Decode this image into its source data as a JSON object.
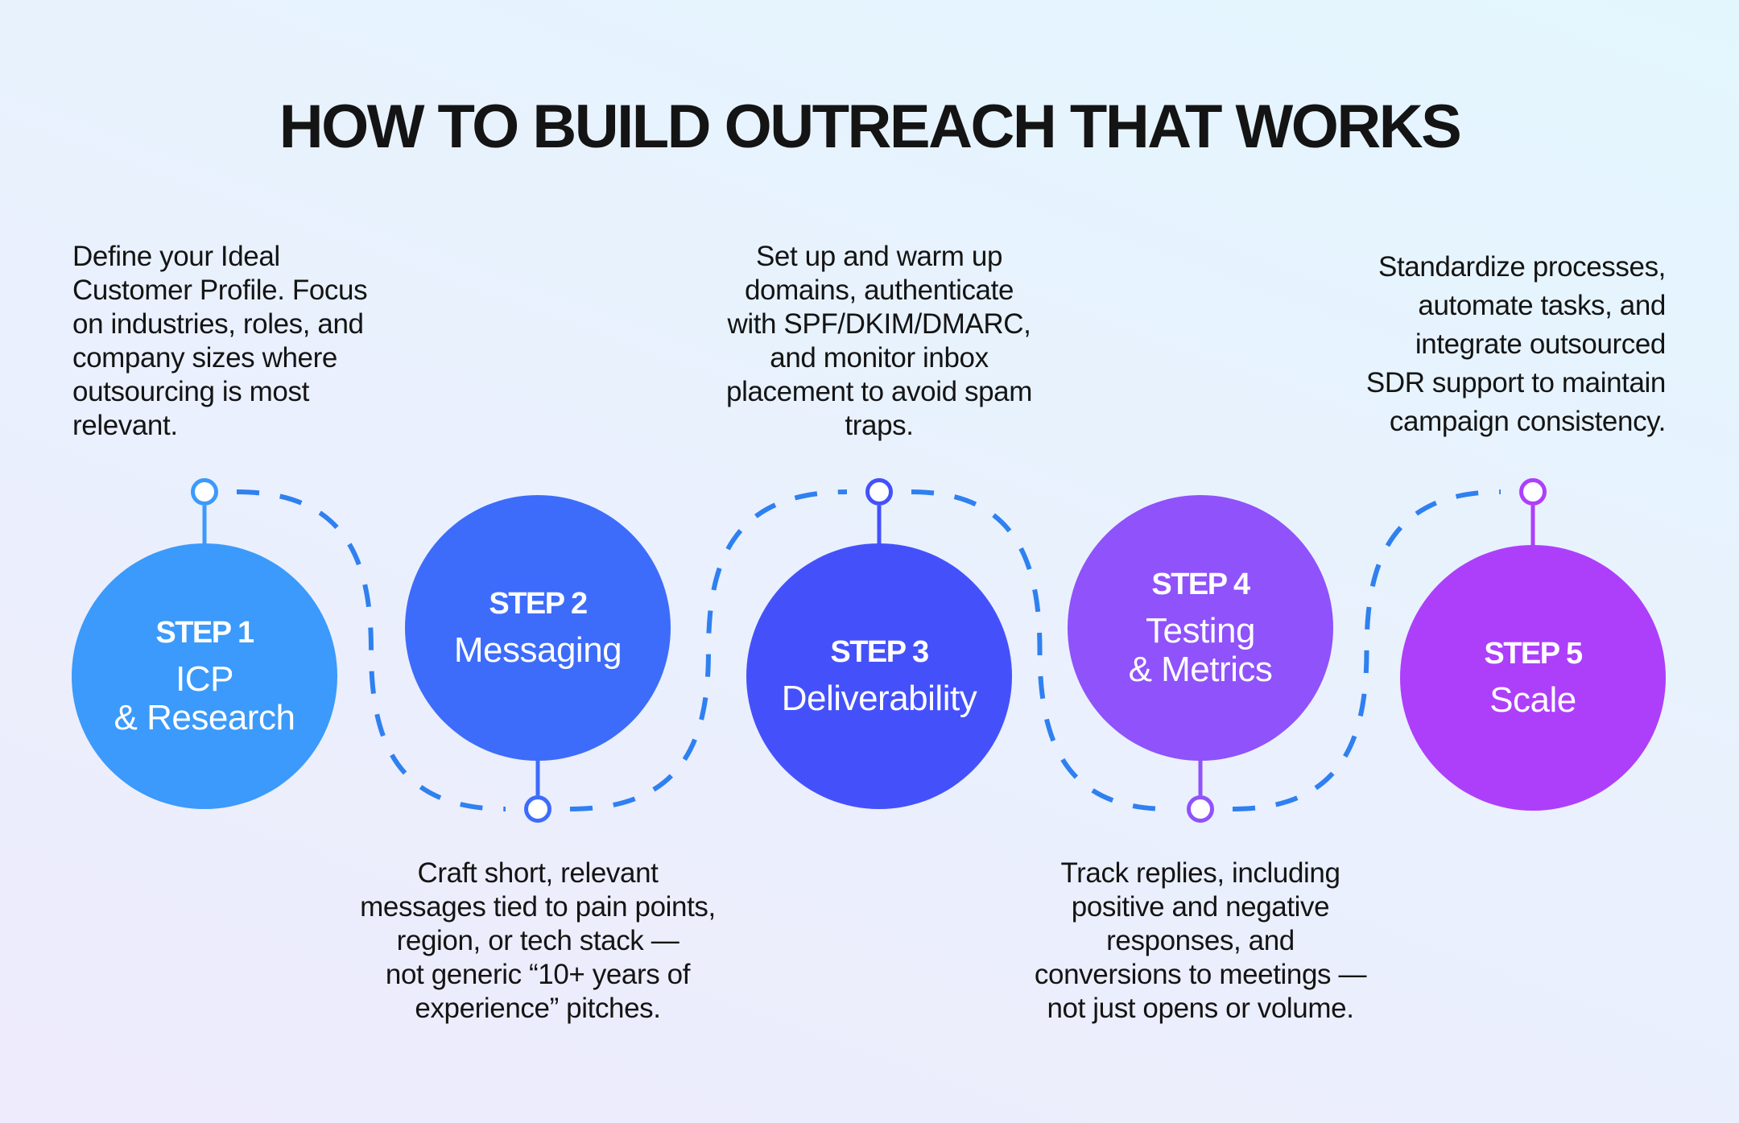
{
  "title": "HOW TO BUILD OUTREACH THAT WORKS",
  "connector_color": "#2f80f0",
  "steps": [
    {
      "label": "STEP 1",
      "name_lines": [
        "ICP",
        "& Research"
      ],
      "color": "#3b9afb",
      "pin": "top",
      "description": [
        "Define your Ideal",
        "Customer Profile. Focus",
        "on industries, roles, and",
        "company sizes where",
        "outsourcing is most",
        "relevant."
      ]
    },
    {
      "label": "STEP 2",
      "name_lines": [
        "Messaging"
      ],
      "color": "#3d6cfb",
      "pin": "bottom",
      "description": [
        "Craft short, relevant",
        "messages tied to pain points,",
        "region, or tech stack —",
        "not generic “10+ years of",
        "experience” pitches."
      ]
    },
    {
      "label": "STEP 3",
      "name_lines": [
        "Deliverability"
      ],
      "color": "#4451fb",
      "pin": "top",
      "description": [
        "Set up and warm up",
        "domains, authenticate",
        "with SPF/DKIM/DMARC,",
        "and monitor inbox",
        "placement to avoid spam",
        "traps."
      ]
    },
    {
      "label": "STEP 4",
      "name_lines": [
        "Testing",
        "& Metrics"
      ],
      "color": "#8f52fb",
      "pin": "bottom",
      "description": [
        "Track replies, including",
        "positive and negative",
        "responses, and",
        "conversions to meetings —",
        "not just opens or volume."
      ]
    },
    {
      "label": "STEP 5",
      "name_lines": [
        "Scale"
      ],
      "color": "#ad3ffb",
      "pin": "top",
      "description": [
        "Standardize processes,",
        "automate tasks, and",
        "integrate outsourced",
        "SDR support to maintain",
        "campaign consistency."
      ]
    }
  ]
}
